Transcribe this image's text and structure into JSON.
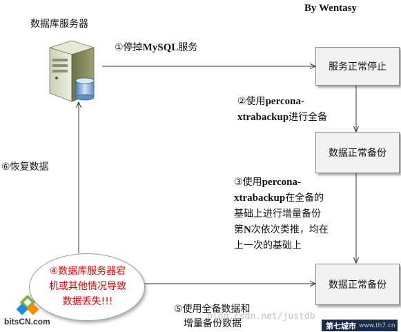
{
  "header": {
    "author": "By Wentasy"
  },
  "server": {
    "label": "数据库服务器"
  },
  "boxes": {
    "stop": "服务正常停止",
    "full_backup": "数据正常备份",
    "incremental_backup": "数据正常备份"
  },
  "steps": {
    "step1": {
      "prefix": "①停掉",
      "bold": "MySQL",
      "suffix": "服务"
    },
    "step2": {
      "line1_prefix": "②使用",
      "line1_bold": "percona-",
      "line2_bold": "xtrabackup",
      "line2_suffix": "进行全备"
    },
    "step3": {
      "line1_prefix": "③使用",
      "line1_bold": "percona-",
      "line2_bold": "xtrabackup",
      "line2_suffix": "在全备的",
      "line3": "基础上进行增量备份",
      "line4_prefix": "第",
      "line4_bold": "N",
      "line4_suffix": "次依次类推，均在",
      "line5": "上一次的基础上"
    },
    "step4": {
      "line1": "④数据库服务器宕",
      "line2": "机或其他情况导致",
      "line3": "数据丢失!!!"
    },
    "step5": {
      "line1": "⑤使用全备数据和",
      "line2": "增量备份数据"
    },
    "step6": {
      "text": "⑥恢复数据"
    }
  },
  "logo": {
    "text": "bitsCN.com"
  },
  "watermark": {
    "text": "blog.csdn.net/justdb"
  },
  "badge": {
    "main": "第七城市",
    "sub": "www.th7.cn"
  },
  "colors": {
    "alert_text": "#e00000",
    "box_fill": "#f2f2f2",
    "arrow": "#333333"
  }
}
